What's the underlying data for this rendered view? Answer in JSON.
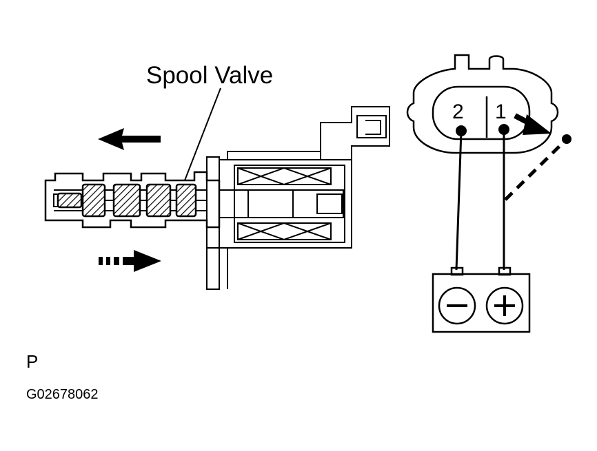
{
  "labels": {
    "spool_valve": "Spool Valve",
    "terminal_1": "1",
    "terminal_2": "2",
    "code_letter": "P",
    "figure_code": "G02678062"
  },
  "icons": {
    "battery_negative": "minus-sign",
    "battery_positive": "plus-sign"
  },
  "colors": {
    "ink": "#000000",
    "background": "#ffffff"
  }
}
